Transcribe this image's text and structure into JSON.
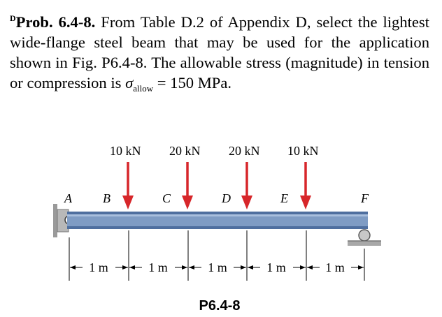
{
  "problem": {
    "difficulty_marker": "D",
    "number": "Prob. 6.4-8.",
    "text_before_symbol": "From Table D.2 of Appendix D, select the lightest wide-flange steel beam that may be used for the application shown in Fig. P6.4-8. The allowable stress (mag­nitude) in tension or compression is",
    "symbol": "σ",
    "symbol_subscript": "allow",
    "text_after_symbol": "= 150 MPa."
  },
  "figure": {
    "caption": "P6.4-8",
    "loads": [
      {
        "label": "10 kN",
        "point": "B"
      },
      {
        "label": "20 kN",
        "point": "C"
      },
      {
        "label": "20 kN",
        "point": "D"
      },
      {
        "label": "10 kN",
        "point": "E"
      }
    ],
    "points": [
      "A",
      "B",
      "C",
      "D",
      "E",
      "F"
    ],
    "spans": [
      "1 m",
      "1 m",
      "1 m",
      "1 m",
      "1 m"
    ],
    "colors": {
      "beam": "#7f9cc4",
      "beam_flange": "#4f6f9f",
      "load_arrow": "#d7262a",
      "support": "#a8a8a8"
    }
  }
}
